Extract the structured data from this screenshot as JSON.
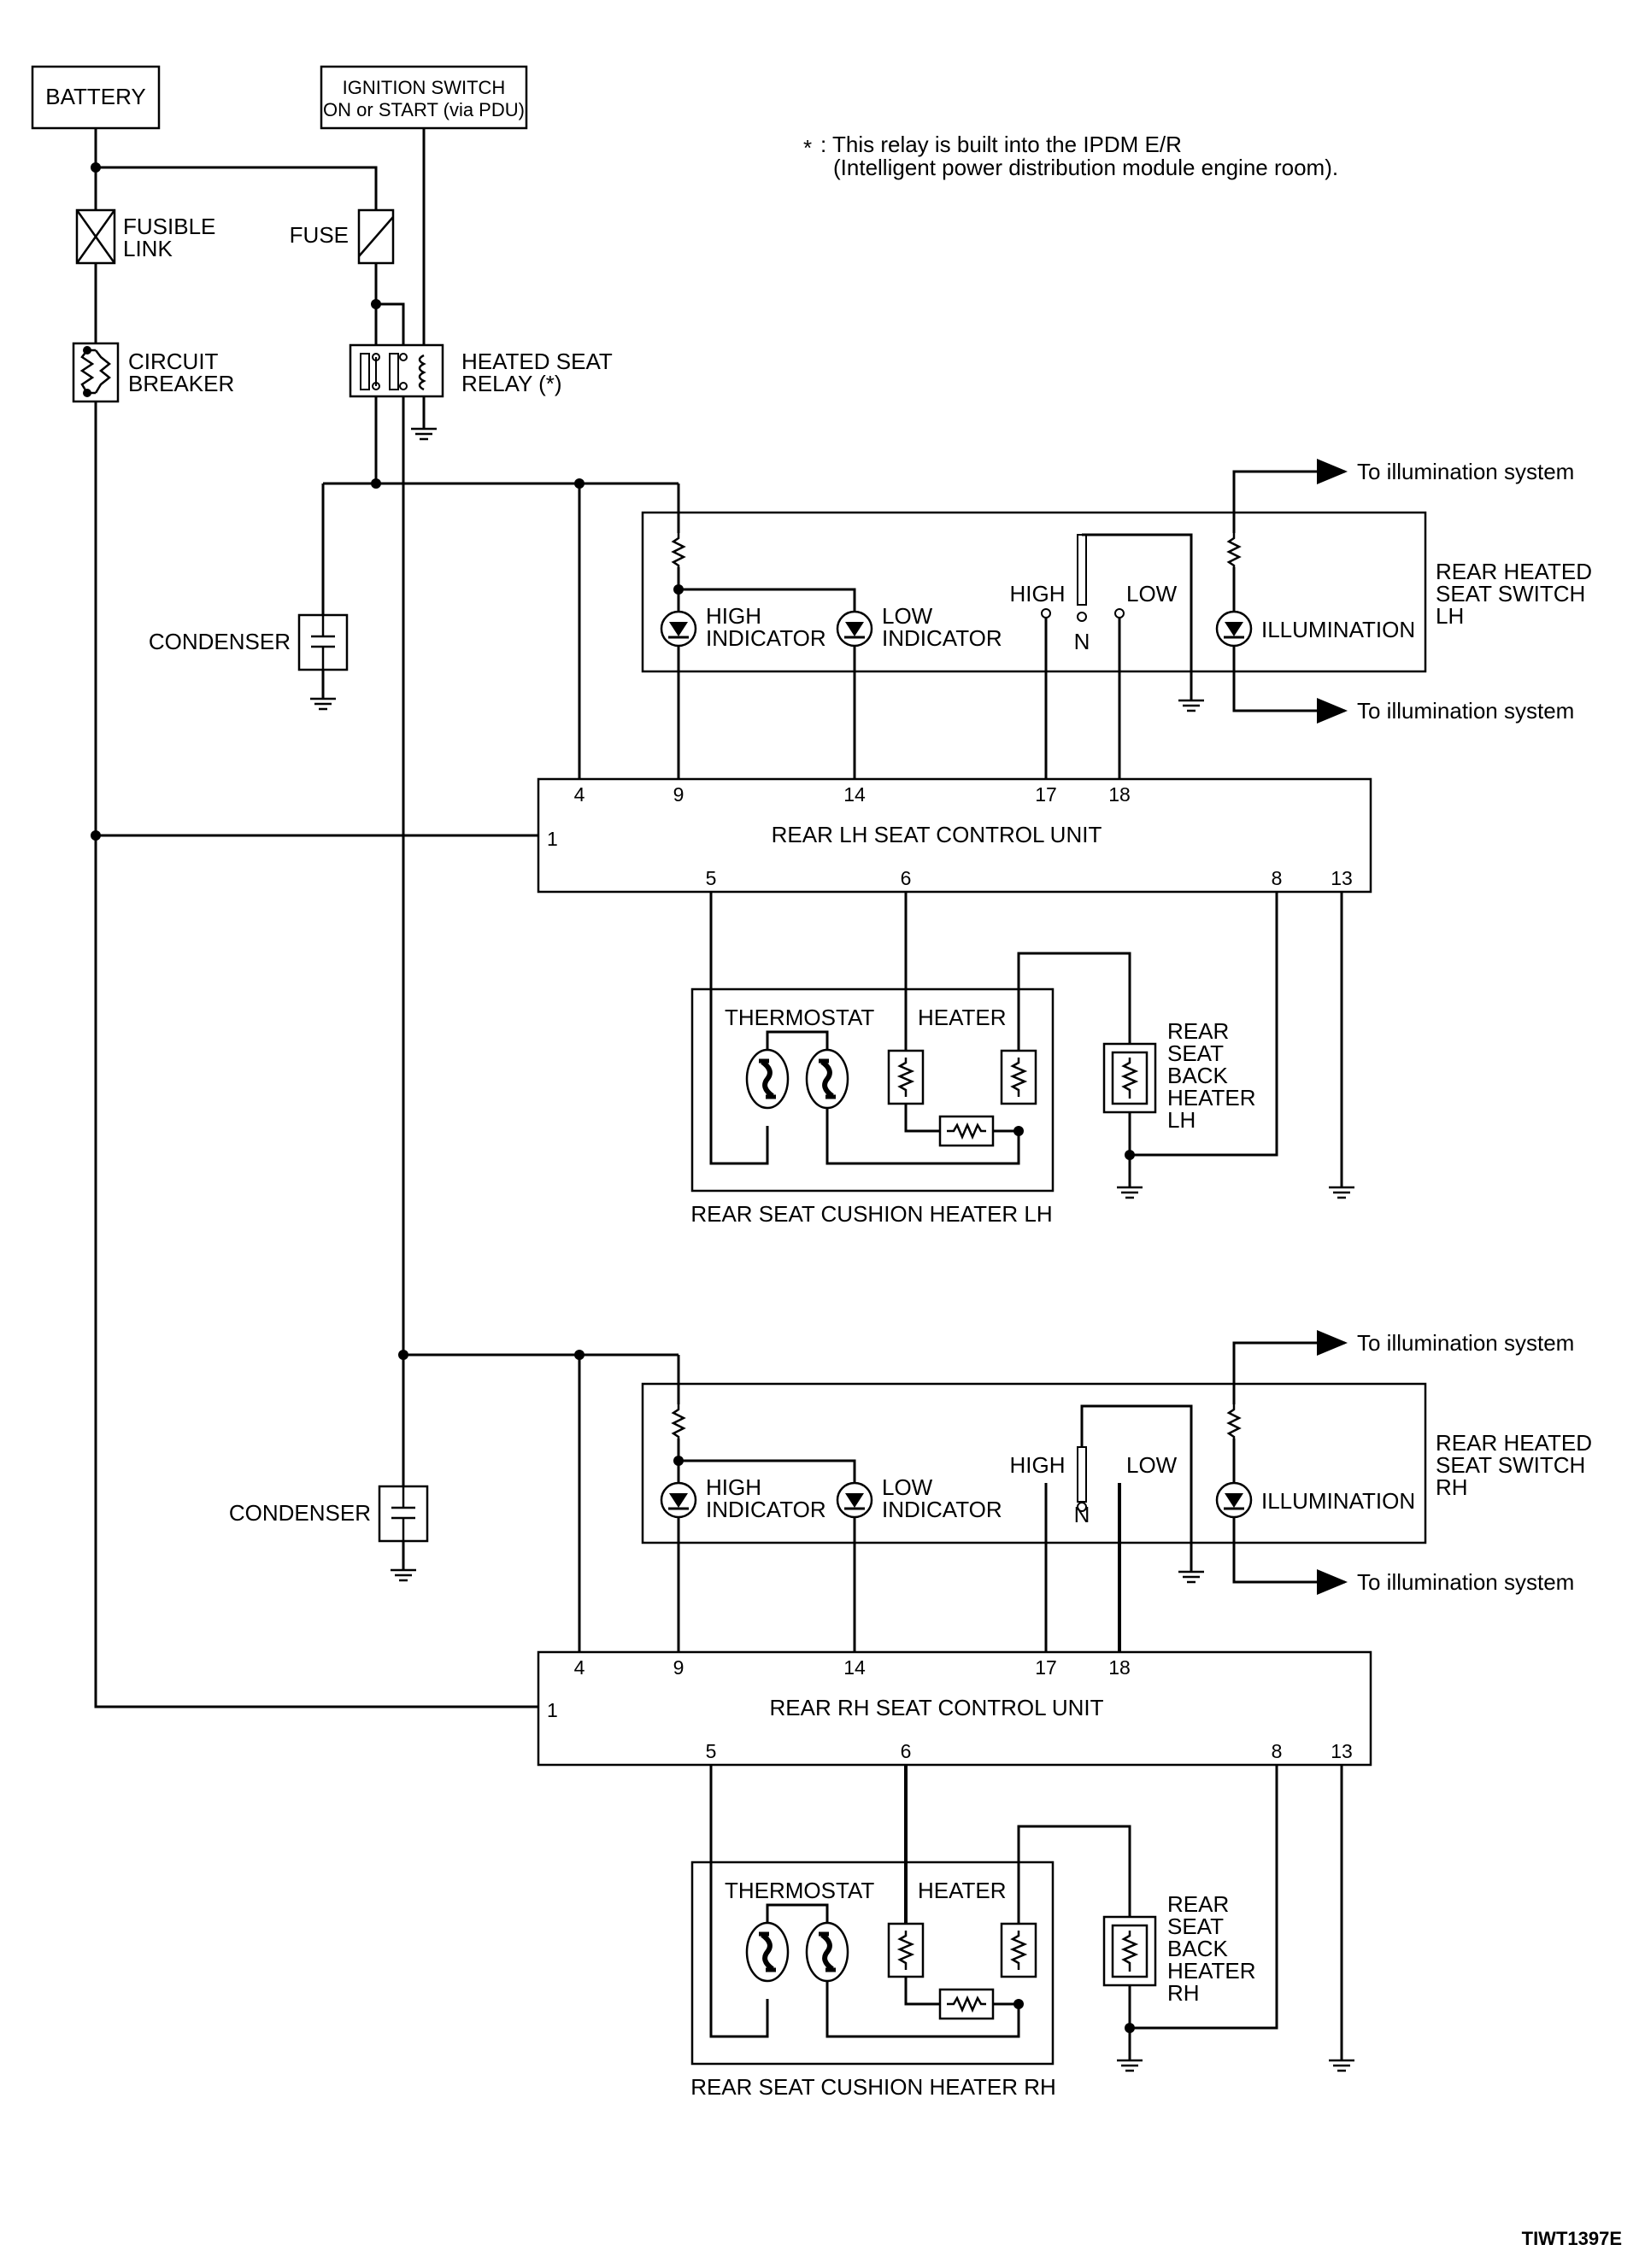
{
  "labels": {
    "battery": "BATTERY",
    "ignition_line1": "IGNITION SWITCH",
    "ignition_line2": "ON or START (via PDU)",
    "note_star": "*",
    "note_line1": ": This relay is built into the IPDM E/R",
    "note_line2": "(Intelligent power distribution module engine room).",
    "fusible_line1": "FUSIBLE",
    "fusible_line2": "LINK",
    "fuse": "FUSE",
    "breaker_line1": "CIRCUIT",
    "breaker_line2": "BREAKER",
    "relay_line1": "HEATED SEAT",
    "relay_line2": "RELAY (*)",
    "illum_to": "To illumination system",
    "condenser": "CONDENSER",
    "high_line1": "HIGH",
    "indicator": "INDICATOR",
    "low_line1": "LOW",
    "switch_high": "HIGH",
    "switch_low": "LOW",
    "switch_n": "N",
    "illumination": "ILLUMINATION",
    "switch_title_line1": "REAR HEATED",
    "switch_title_line2": "SEAT SWITCH",
    "thermostat": "THERMOSTAT",
    "heater": "HEATER",
    "back_line1": "REAR",
    "back_line2": "SEAT",
    "back_line3": "BACK",
    "back_line4": "HEATER",
    "figure_id": "TIWT1397E"
  },
  "units": [
    {
      "side": "LH",
      "control_unit": "REAR LH SEAT CONTROL UNIT",
      "cushion_heater": "REAR SEAT CUSHION HEATER LH",
      "pins": {
        "p1": "1",
        "p4": "4",
        "p9": "9",
        "p14": "14",
        "p17": "17",
        "p18": "18",
        "p5": "5",
        "p6": "6",
        "p8": "8",
        "p13": "13"
      }
    },
    {
      "side": "RH",
      "control_unit": "REAR RH SEAT CONTROL UNIT",
      "cushion_heater": "REAR SEAT CUSHION HEATER RH",
      "pins": {
        "p1": "1",
        "p4": "4",
        "p9": "9",
        "p14": "14",
        "p17": "17",
        "p18": "18",
        "p5": "5",
        "p6": "6",
        "p8": "8",
        "p13": "13"
      }
    }
  ]
}
